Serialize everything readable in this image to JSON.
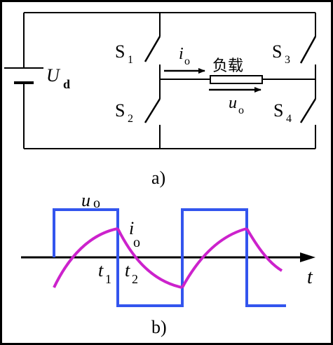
{
  "circuit": {
    "source_label": "U",
    "source_sub": "d",
    "switches": [
      {
        "label": "S",
        "sub": "1"
      },
      {
        "label": "S",
        "sub": "2"
      },
      {
        "label": "S",
        "sub": "3"
      },
      {
        "label": "S",
        "sub": "4"
      }
    ],
    "current_label": "i",
    "current_sub": "o",
    "voltage_label": "u",
    "voltage_sub": "o",
    "load_label": "负载"
  },
  "caption_a": "a)",
  "waveform": {
    "uo_label": "u",
    "uo_sub": "o",
    "io_label": "i",
    "io_sub": "o",
    "t_axis_label": "t",
    "t1_label": "t",
    "t1_sub": "1",
    "t2_label": "t",
    "t2_sub": "2",
    "colors": {
      "voltage": "#3355ee",
      "current": "#cc22cc",
      "axis": "#000000"
    }
  },
  "caption_b": "b)"
}
